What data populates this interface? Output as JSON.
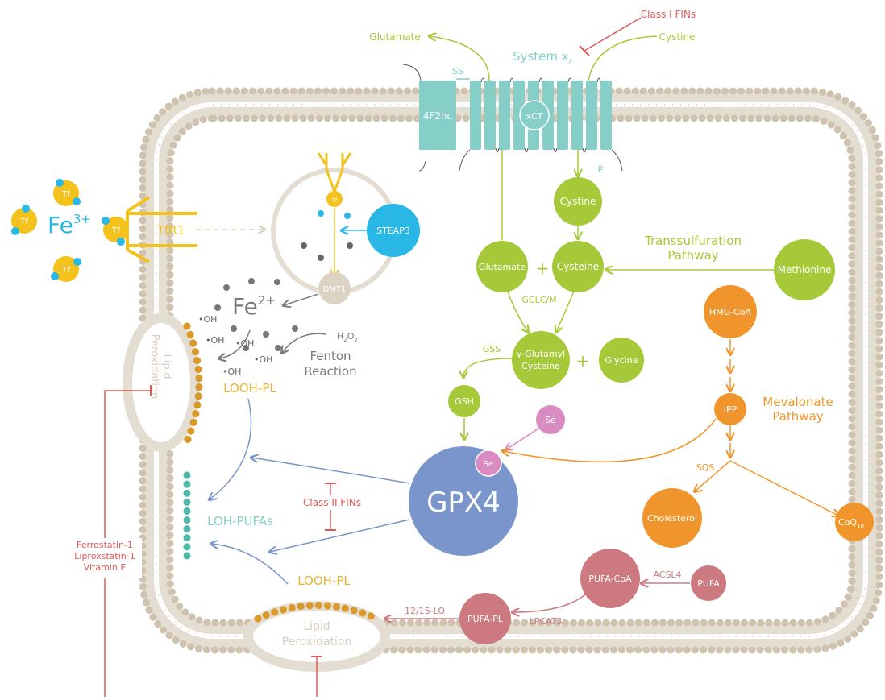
{
  "colors": {
    "membrane": "#d9cfc0",
    "green": "#a6c93a",
    "teal": "#86cfc9",
    "orange": "#f0952b",
    "red": "#e05a5a",
    "blue": "#7a94cc",
    "gold": "#f4c21d",
    "cyan": "#29b8e5",
    "rose": "#cc7a80",
    "pink": "#d98bc2",
    "gray": "#7a7a7a"
  },
  "labels": {
    "class1": "Class I FINs",
    "class2": "Class II FINs",
    "glutamate_out": "Glutamate",
    "cystine_out": "Cystine",
    "system_xc": "System x",
    "system_xc_sub": "c",
    "ss": "SS",
    "p": "P",
    "f2hc": "4F2hc",
    "xct": "xCT",
    "cystine": "Cystine",
    "glutamate": "Glutamate",
    "cysteine": "Cysteine",
    "plus": "+",
    "transsulf": [
      "Transsulfuration",
      "Pathway"
    ],
    "methionine": "Methionine",
    "gclc": "GCLC/M",
    "gss": "GSS",
    "glutamyl": [
      "γ-Glutamyl",
      "Cysteine"
    ],
    "glycine": "Glycine",
    "gsh": "GSH",
    "se": "Se",
    "gpx4": "GPX4",
    "hmg": "HMG-CoA",
    "ipp": "IPP",
    "mevalonate": [
      "Mevalonate",
      "Pathway"
    ],
    "sqs": "SQS",
    "cholesterol": "Cholesterol",
    "coq": "CoQ",
    "coq_sub": "10",
    "tf": "Tf",
    "fe3": "Fe",
    "fe3_sup": "3+",
    "tfr1": "TfR1",
    "steap3": "STEAP3",
    "dmt1": "DMT1",
    "fe2": "Fe",
    "fe2_sup": "2+",
    "oh": "•OH",
    "h2o2": "H",
    "h2o2_2": "O",
    "sub2": "2",
    "fenton": [
      "Fenton",
      "Reaction"
    ],
    "looh_pl": "LOOH-PL",
    "loh_pufas": "LOH-PUFAs",
    "lipid_perox": [
      "Lipid",
      "Peroxidation"
    ],
    "ferrostatin": [
      "Ferrostatin-1",
      "Liproxstatin-1",
      "Vitamin E"
    ],
    "pufa_coa": "PUFA-CoA",
    "acsl4": "ACSL4",
    "pufa": "PUFA",
    "pufa_pl": "PUFA-PL",
    "lpcat3": "LPCAT3",
    "lo": "12/15-LO"
  }
}
